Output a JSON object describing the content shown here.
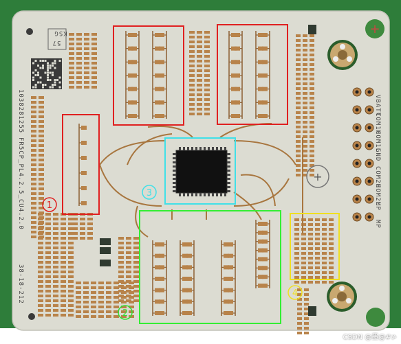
{
  "board": {
    "vertical_label_left": "FR5CP_PL4.2.5_CU4.2.0",
    "vertical_label_serial": "1038281255",
    "vertical_label_date": "38-18-212",
    "stamp_lines": [
      "57",
      "KSG"
    ],
    "pin_labels": [
      "VBATT",
      "COM1H",
      "COM1L",
      "GND",
      "COM2H",
      "COM2L",
      "MP",
      "MP"
    ],
    "plus_symbol": "+"
  },
  "annotations": [
    {
      "id": "1",
      "label": "1",
      "color": "#e02020"
    },
    {
      "id": "2",
      "label": "2",
      "color": "#33dd33"
    },
    {
      "id": "3",
      "label": "3",
      "color": "#40e0e8"
    },
    {
      "id": "4",
      "label": "4",
      "color": "#f0e020"
    }
  ],
  "watermark": "CSDN @墨@#≯",
  "colors": {
    "substrate": "#dcdcd2",
    "copper": "#b8834a",
    "copper_dark": "#8d5f33",
    "background": "#2e7d3a",
    "box_red": "#e02020",
    "box_cyan": "#40e0e8",
    "box_green": "#33ee33",
    "box_yellow": "#f0e020"
  }
}
